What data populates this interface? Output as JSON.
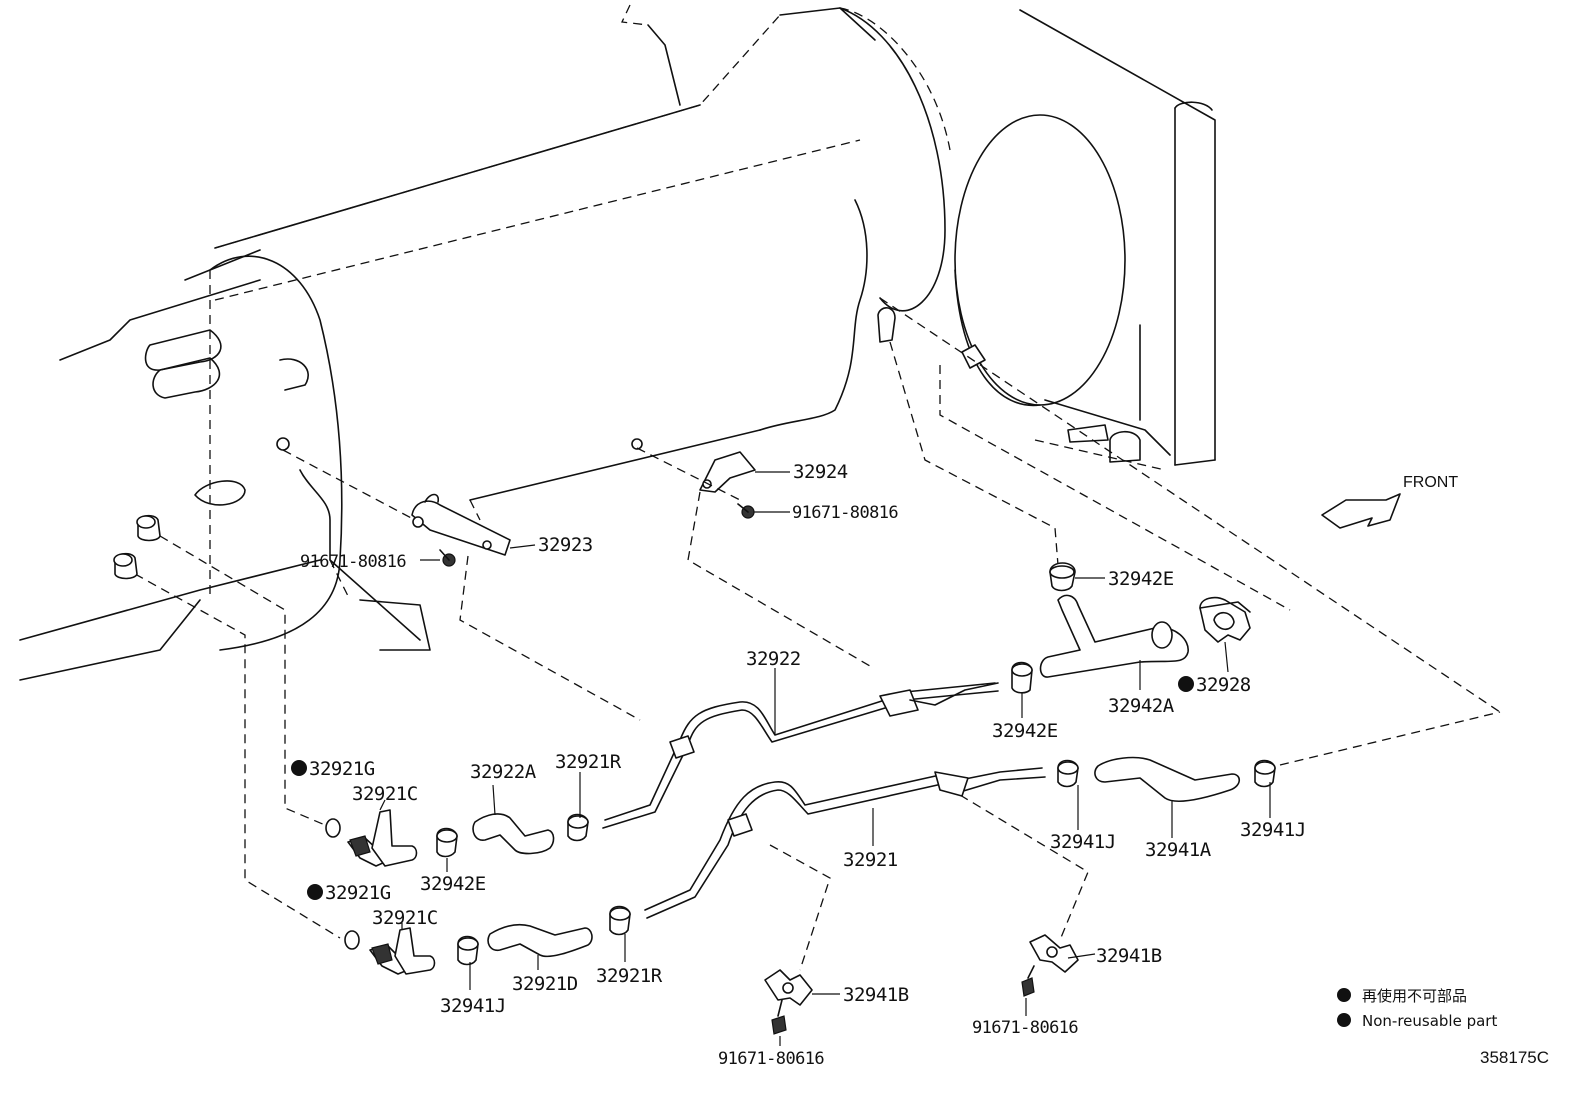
{
  "labels": {
    "p32924": "32924",
    "p91671_80816_a": "91671-80816",
    "p32923": "32923",
    "p91671_80816_b": "91671-80816",
    "p32942E_top": "32942E",
    "p32922": "32922",
    "p32942E_mid": "32942E",
    "p32942A": "32942A",
    "p32928": "32928",
    "p32921G_a": "32921G",
    "p32921C_a": "32921C",
    "p32922A": "32922A",
    "p32921R_a": "32921R",
    "p32942E_low": "32942E",
    "p32941J_a": "32941J",
    "p32941A": "32941A",
    "p32941J_b": "32941J",
    "p32921": "32921",
    "p32921G_b": "32921G",
    "p32921C_b": "32921C",
    "p32921D": "32921D",
    "p32921R_b": "32921R",
    "p32941J_c": "32941J",
    "p32941B_a": "32941B",
    "p32941B_b": "32941B",
    "p91671_80616_a": "91671-80616",
    "p91671_80616_b": "91671-80616"
  },
  "front_label": "FRONT",
  "legend": {
    "jp": "再使用不可部品",
    "en": "Non-reusable part"
  },
  "illustration_code": "358175C"
}
